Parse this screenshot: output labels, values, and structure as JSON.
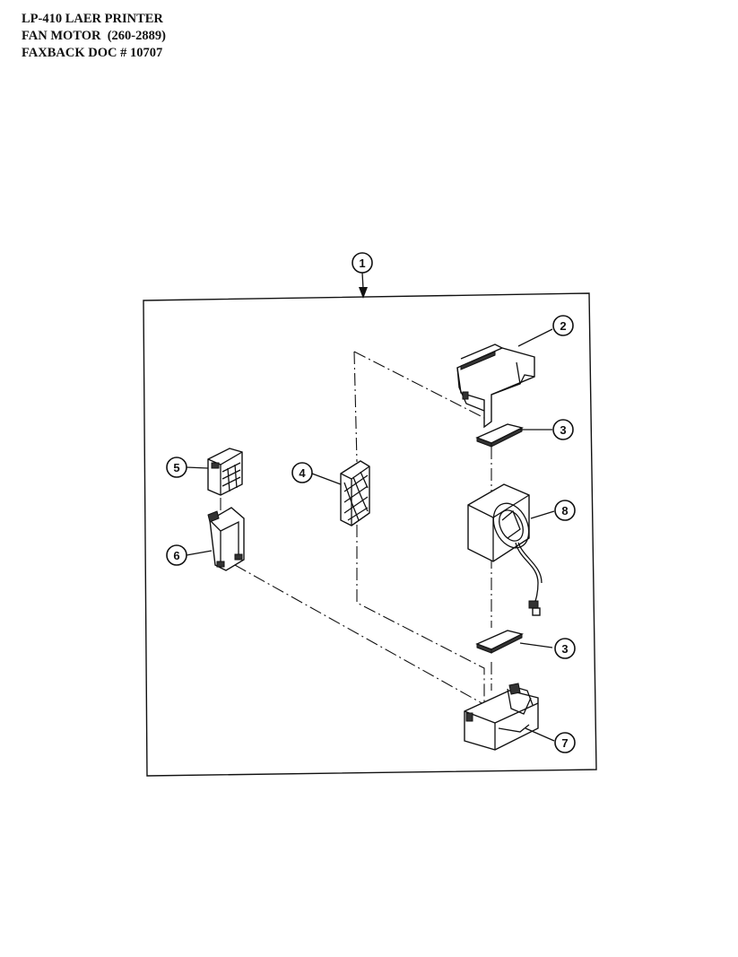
{
  "header": {
    "line1": "LP-410 LAER PRINTER",
    "line2": "FAN MOTOR  (260-2889)",
    "line3": "FAXBACK DOC # 10707"
  },
  "callouts": {
    "c1": "1",
    "c2": "2",
    "c3a": "3",
    "c3b": "3",
    "c4": "4",
    "c5": "5",
    "c6": "6",
    "c7": "7",
    "c8": "8"
  }
}
